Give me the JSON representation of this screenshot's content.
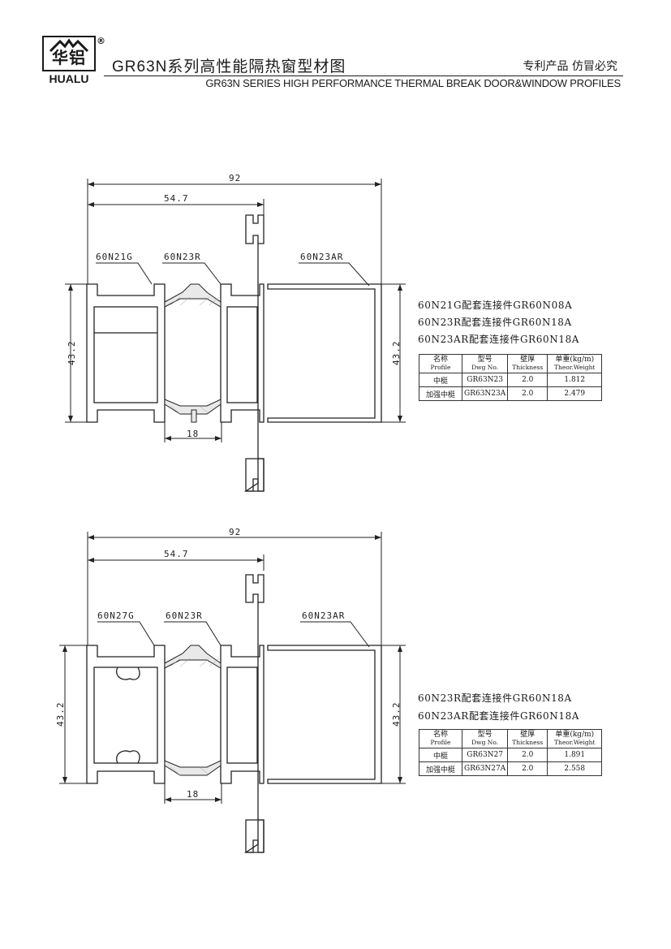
{
  "header": {
    "logo_cn": "华铝",
    "logo_en": "HUALU",
    "registered_mark": "®",
    "title_cn": "GR63N系列高性能隔热窗型材图",
    "title_right": "专利产品  仿冒必究",
    "title_en": "GR63N SERIES HIGH PERFORMANCE THERMAL BREAK DOOR&WINDOW PROFILES"
  },
  "drawings": [
    {
      "dim_total": "92",
      "dim_partial": "54.7",
      "dim_height_left": "43.2",
      "dim_height_right": "43.2",
      "dim_bottom": "18",
      "label_left": "60N21G",
      "label_mid": "60N23R",
      "label_right": "60N23AR",
      "notes": [
        "60N21G配套连接件GR60N08A",
        "60N23R配套连接件GR60N18A",
        "60N23AR配套连接件GR60N18A"
      ],
      "table": {
        "headers": [
          {
            "cn": "名称",
            "en": "Profile"
          },
          {
            "cn": "型号",
            "en": "Dwg No."
          },
          {
            "cn": "壁厚",
            "en": "Thickness"
          },
          {
            "cn": "单重(kg/m)",
            "en": "Theor.Weight"
          }
        ],
        "rows": [
          [
            "中梃",
            "GR63N23",
            "2.0",
            "1.812"
          ],
          [
            "加强中梃",
            "GR63N23A",
            "2.0",
            "2.479"
          ]
        ]
      }
    },
    {
      "dim_total": "92",
      "dim_partial": "54.7",
      "dim_height_left": "43.2",
      "dim_height_right": "43.2",
      "dim_bottom": "18",
      "label_left": "60N27G",
      "label_mid": "60N23R",
      "label_right": "60N23AR",
      "notes": [
        "60N23R配套连接件GR60N18A",
        "60N23AR配套连接件GR60N18A"
      ],
      "table": {
        "headers": [
          {
            "cn": "名称",
            "en": "Profile"
          },
          {
            "cn": "型号",
            "en": "Dwg No."
          },
          {
            "cn": "壁厚",
            "en": "Thickness"
          },
          {
            "cn": "单重(kg/m)",
            "en": "Theor.Weight"
          }
        ],
        "rows": [
          [
            "中梃",
            "GR63N27",
            "2.0",
            "1.891"
          ],
          [
            "加强中梃",
            "GR63N27A",
            "2.0",
            "2.558"
          ]
        ]
      }
    }
  ]
}
